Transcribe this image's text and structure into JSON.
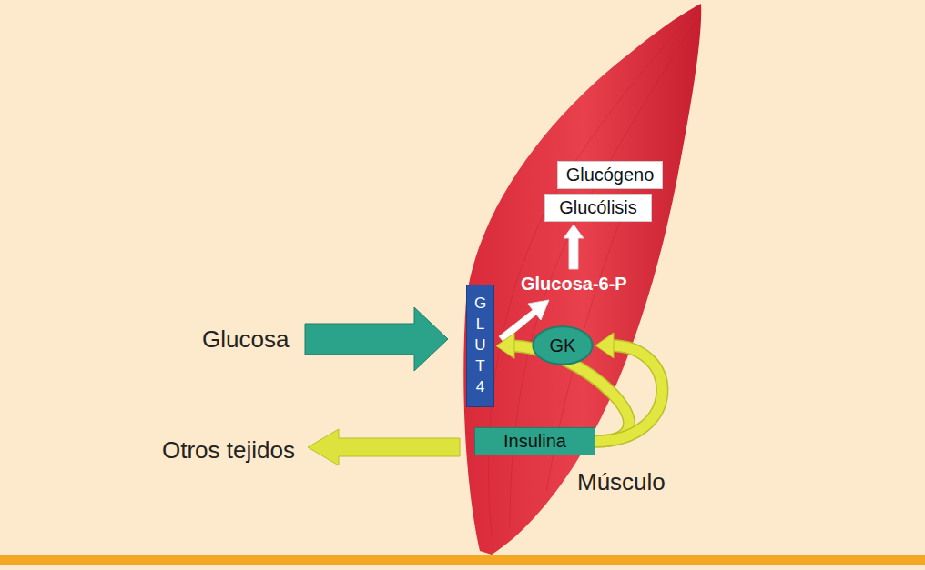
{
  "diagram": {
    "nodes": [
      {
        "text": [
          "Glucógeno"
        ]
      },
      {
        "text": [
          "Glucólisis"
        ]
      },
      {
        "text": [
          "GLUT4"
        ]
      },
      {
        "text": [
          "GK"
        ]
      },
      {
        "text": [
          "Insulina"
        ]
      }
    ],
    "edges": [
      {
        "from": 4,
        "to": 2,
        "arrow": "to"
      },
      {
        "from": 4,
        "to": 3,
        "arrow": "to"
      }
    ],
    "labels": [
      "Glucosa",
      "Glucosa-6-P",
      "Otros tejidos",
      "Músculo"
    ]
  }
}
